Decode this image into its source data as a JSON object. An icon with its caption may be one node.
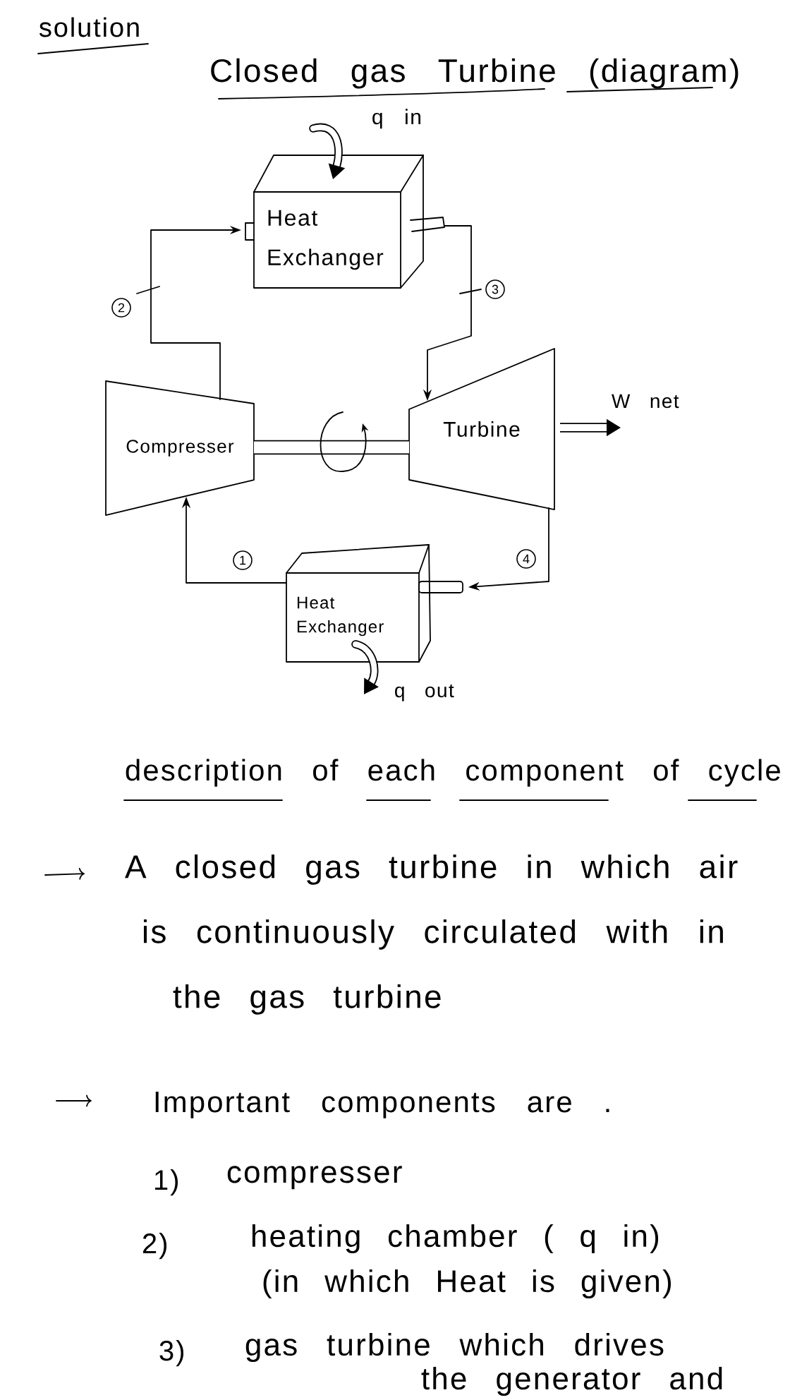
{
  "diagram": {
    "title": "Closed gas Turbine (diagram)",
    "nodes": [
      {
        "text": [
          "Heat Exchanger"
        ]
      },
      {
        "text": [
          "Compresser"
        ]
      },
      {
        "text": [
          "Turbine"
        ]
      },
      {
        "text": [
          "Heat Exchanger"
        ]
      }
    ],
    "edges": [
      {
        "from": null,
        "to": 0,
        "arrow": "to",
        "label": "q in",
        "style": "thick"
      },
      {
        "from": 1,
        "to": 0,
        "arrow": "to",
        "label": "2"
      },
      {
        "from": 0,
        "to": 2,
        "arrow": "to",
        "label": "3"
      },
      {
        "from": 1,
        "to": 2,
        "arrow": "none",
        "style": "thick"
      },
      {
        "from": 2,
        "to": null,
        "arrow": "to",
        "label": "W net",
        "style": "thick"
      },
      {
        "from": 2,
        "to": 3,
        "arrow": "to",
        "label": "4"
      },
      {
        "from": 3,
        "to": 1,
        "arrow": "to",
        "label": "1"
      },
      {
        "from": 3,
        "to": null,
        "arrow": "to",
        "label": "q out",
        "style": "thick"
      }
    ],
    "labels": [
      "solution",
      "description of each component of cycle",
      "A closed gas turbine in which air is continuously circulated with in the gas turbine",
      "Important components are .",
      "1)",
      "compresser",
      "2)",
      "heating chamber ( q in) (in which Heat is given)",
      "3)",
      "gas turbine which drives the generator and"
    ]
  }
}
